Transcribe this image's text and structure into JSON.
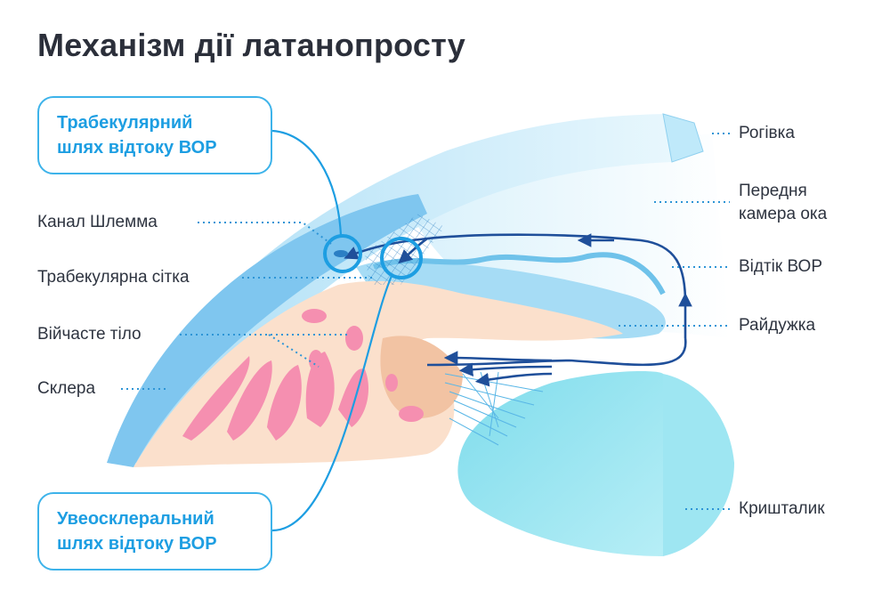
{
  "title": "Механізм дії латанопросту",
  "boxes": {
    "trabecular": [
      "Трабекулярний",
      "шлях відтоку ВОР"
    ],
    "uveoscleral": [
      "Увеосклеральний",
      "шлях відтоку ВОР"
    ]
  },
  "left_labels": {
    "schlemm": "Канал Шлемма",
    "meshwork": "Трабекулярна сітка",
    "ciliary": "Війчасте тіло",
    "sclera": "Склера"
  },
  "right_labels": {
    "cornea": "Рогівка",
    "anterior_chamber": [
      "Передня",
      "камера ока"
    ],
    "outflow": "Відтік ВОР",
    "iris": "Райдужка",
    "lens": "Кришталик"
  },
  "colors": {
    "accent": "#1d9ee2",
    "arrow": "#1f4f9a",
    "cornea": "#cfeefb",
    "sclera": "#7fc6ef",
    "iris": "#fbe0cc",
    "ciliary_vessels": "#f58fb0",
    "lens": "#8fe3f0"
  }
}
